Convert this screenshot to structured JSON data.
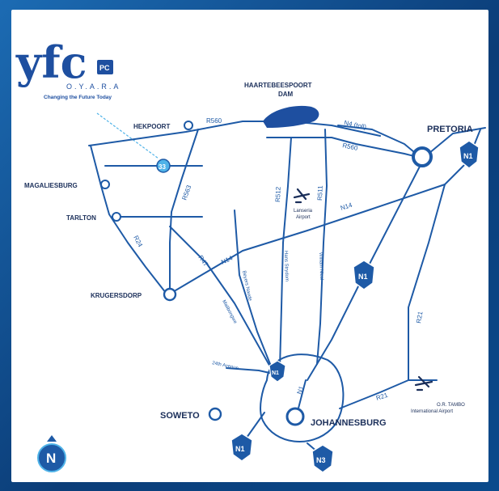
{
  "logo": {
    "name": "yfc",
    "subtitle": "O.Y.A.R.A",
    "tagline": "Changing the Future Today",
    "badge_text": "PC"
  },
  "dam": {
    "label_line1": "HAARTEBEESPOORT",
    "label_line2": "DAM"
  },
  "towns": {
    "hekpoort": "HEKPOORT",
    "magaliesburg": "MAGALIESBURG",
    "tarlton": "TARLTON",
    "krugersdorp": "KRUGERSDORP",
    "soweto": "SOWETO",
    "pretoria": "PRETORIA",
    "johannesburg": "JOHANNESBURG"
  },
  "routes": {
    "r560_west": "R560",
    "r560_east": "R560",
    "n4_toll": "N4 (toll)",
    "r563": "R563",
    "r512": "R512",
    "r511": "R511",
    "n14_east": "N14",
    "n14_west": "N14",
    "r24": "R24",
    "r47": "R47",
    "r21": "R21",
    "n1_mid": "N1",
    "r21_south": "R21"
  },
  "streets": {
    "hans_strydom": "Hans Strydom",
    "william_nicol": "William Nicol",
    "malibongwe": "Malibongwe",
    "beyers_naude": "Beyers Naude",
    "24th_avenue": "24th Avenue"
  },
  "airports": {
    "lanseria_line1": "Lanseria",
    "lanseria_line2": "Airport",
    "oliver_line1": "O.R. TAMBO",
    "oliver_line2": "International Airport"
  },
  "shields": {
    "n1_pretoria": "N1",
    "n1_center": "N1",
    "n1_small": "N1",
    "n1_south": "N1",
    "n3_south": "N3"
  },
  "camp_marker": "33",
  "compass": "N",
  "colors": {
    "road": "#1e5aa6",
    "shield": "#1e5aa6",
    "frame": "#0b3d78",
    "text": "#1b2f5a"
  }
}
